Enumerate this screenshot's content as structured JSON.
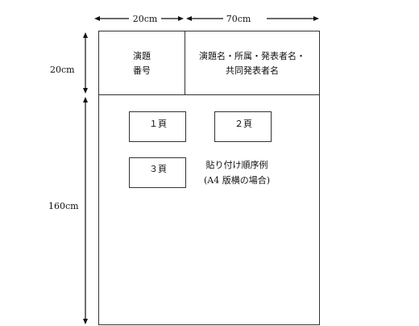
{
  "dimensions": {
    "top_left_width": "20cm",
    "top_right_width": "70cm",
    "header_height": "20cm",
    "body_height": "160cm"
  },
  "header": {
    "number_cell": [
      "演題",
      "番号"
    ],
    "title_cell": [
      "演題名・所属・発表者名・",
      "共同発表者名"
    ]
  },
  "pages": [
    {
      "label": "１頁"
    },
    {
      "label": "２頁"
    },
    {
      "label": "３頁"
    }
  ],
  "example_note": [
    "貼り付け順序例",
    "(A4 版横の場合)"
  ]
}
